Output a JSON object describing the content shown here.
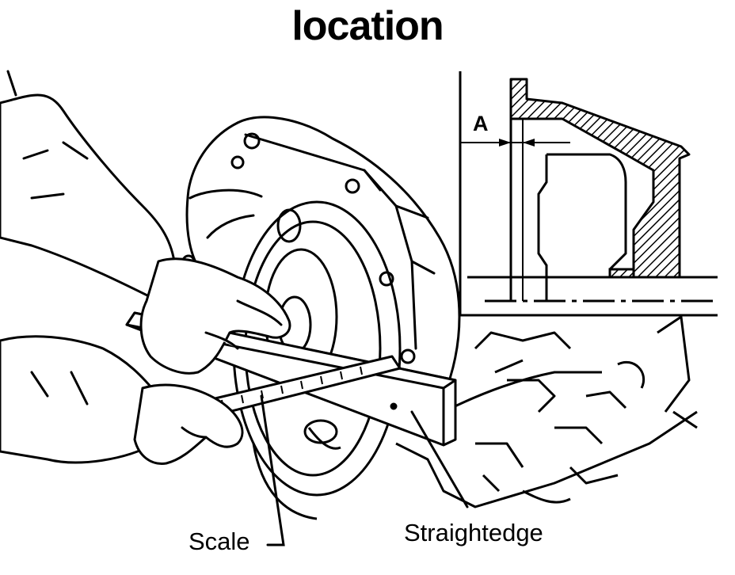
{
  "title": "location",
  "labels": {
    "scale": "Scale",
    "straightedge": "Straightedge",
    "dimension": "A"
  },
  "colors": {
    "ink": "#000000",
    "paper": "#ffffff"
  }
}
